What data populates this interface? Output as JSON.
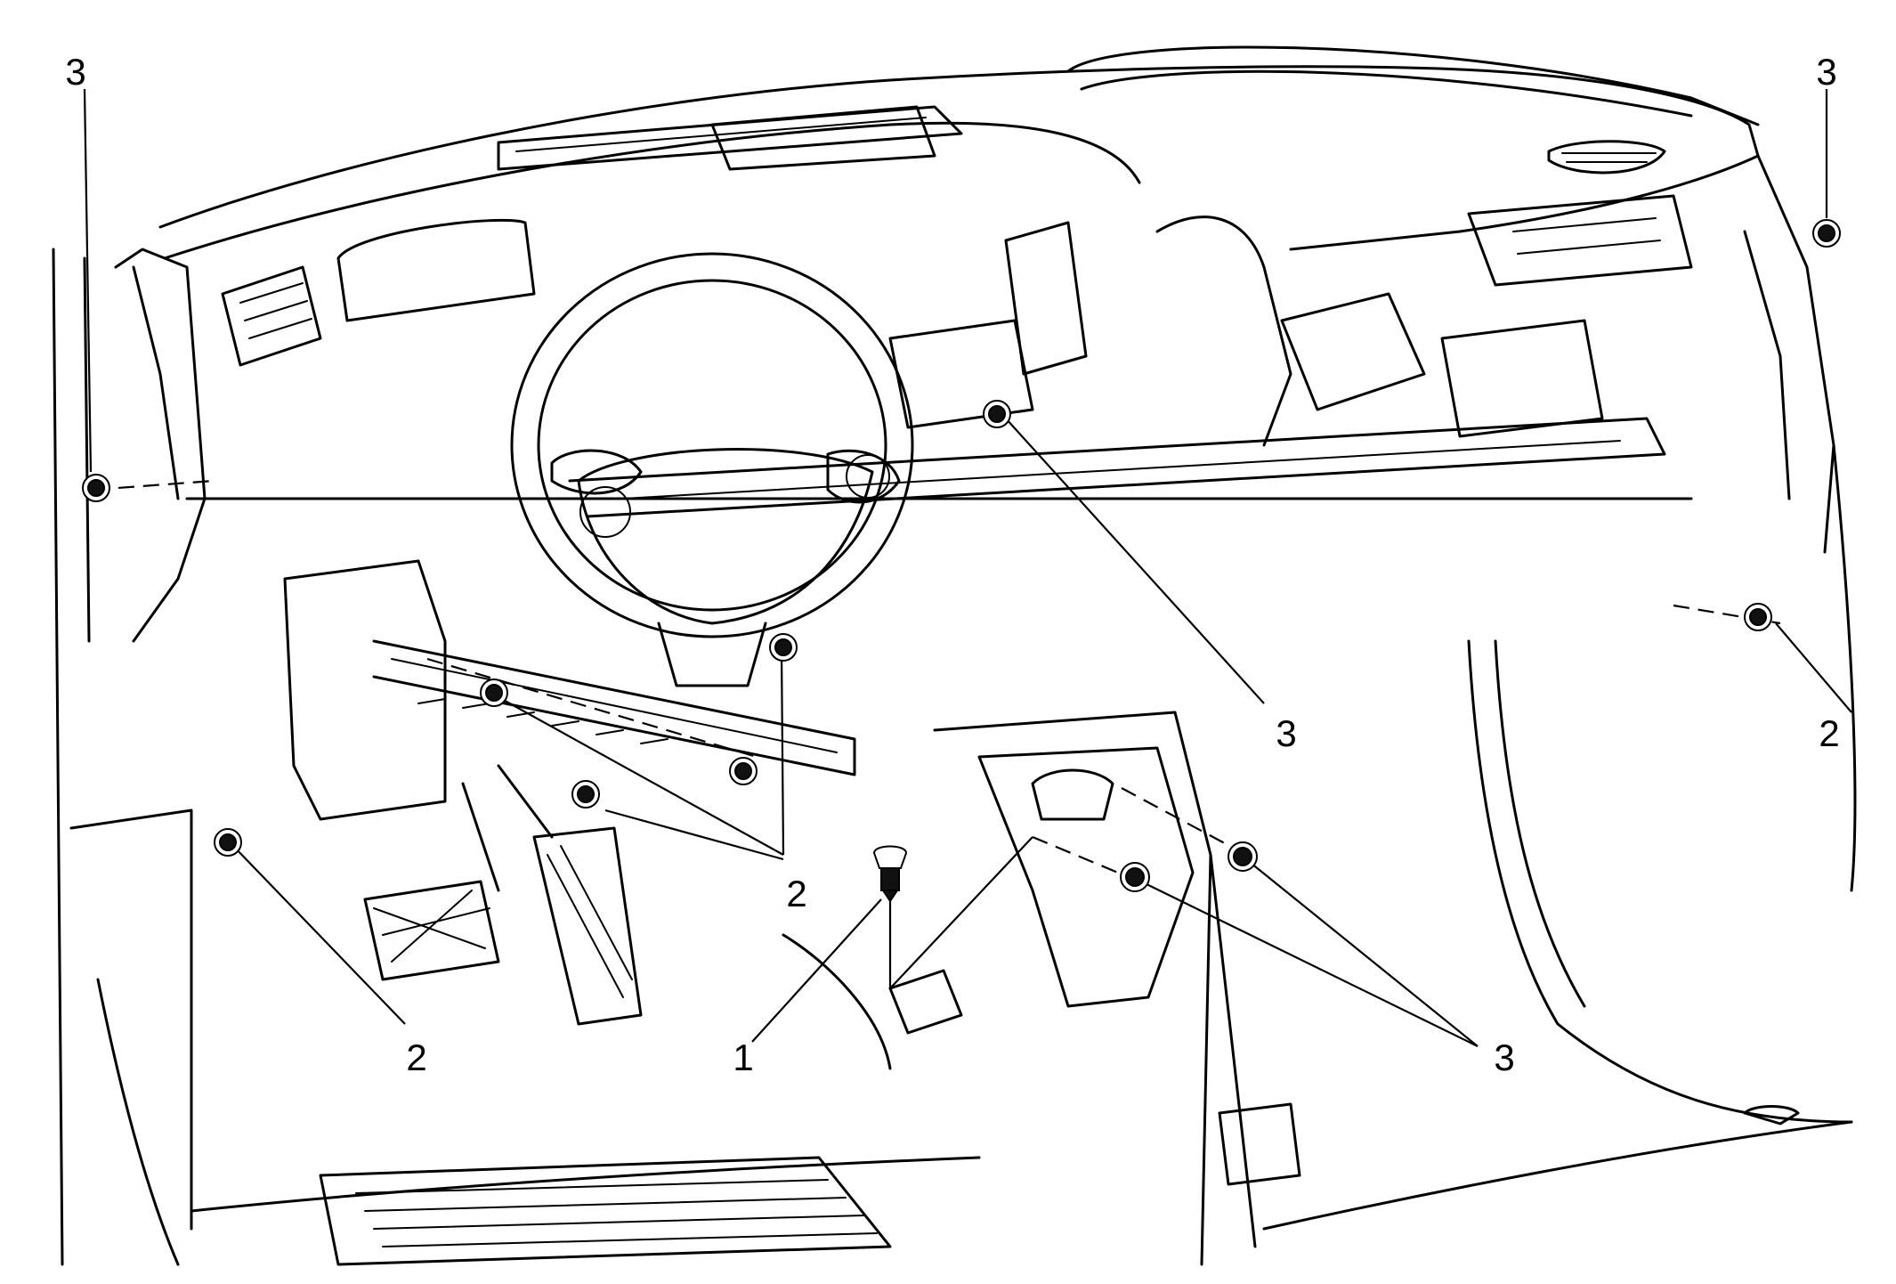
{
  "callouts": [
    {
      "id": "c3-top-left",
      "label": "3"
    },
    {
      "id": "c3-top-right",
      "label": "3"
    },
    {
      "id": "c3-center",
      "label": "3"
    },
    {
      "id": "c2-right",
      "label": "2"
    },
    {
      "id": "c2-center",
      "label": "2"
    },
    {
      "id": "c2-left",
      "label": "2"
    },
    {
      "id": "c1",
      "label": "1"
    },
    {
      "id": "c3-bottom",
      "label": "3"
    }
  ],
  "colors": {
    "line": "#000000",
    "background": "#ffffff"
  }
}
